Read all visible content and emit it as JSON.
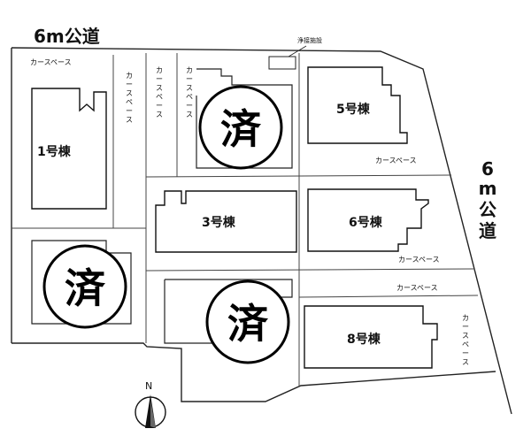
{
  "plan": {
    "road_top": "6m公道",
    "road_right": [
      "6",
      "m",
      "公",
      "道"
    ],
    "drain_facility": "浄接施設",
    "north_label": "N",
    "car_space": "カースペース",
    "car_space_vertical": [
      "カ",
      "ー",
      "ス",
      "ペ",
      "ー",
      "ス"
    ],
    "sold_mark": "済",
    "buildings": {
      "b1": "1号棟",
      "b3": "3号棟",
      "b5": "5号棟",
      "b6": "6号棟",
      "b8": "8号棟"
    }
  }
}
